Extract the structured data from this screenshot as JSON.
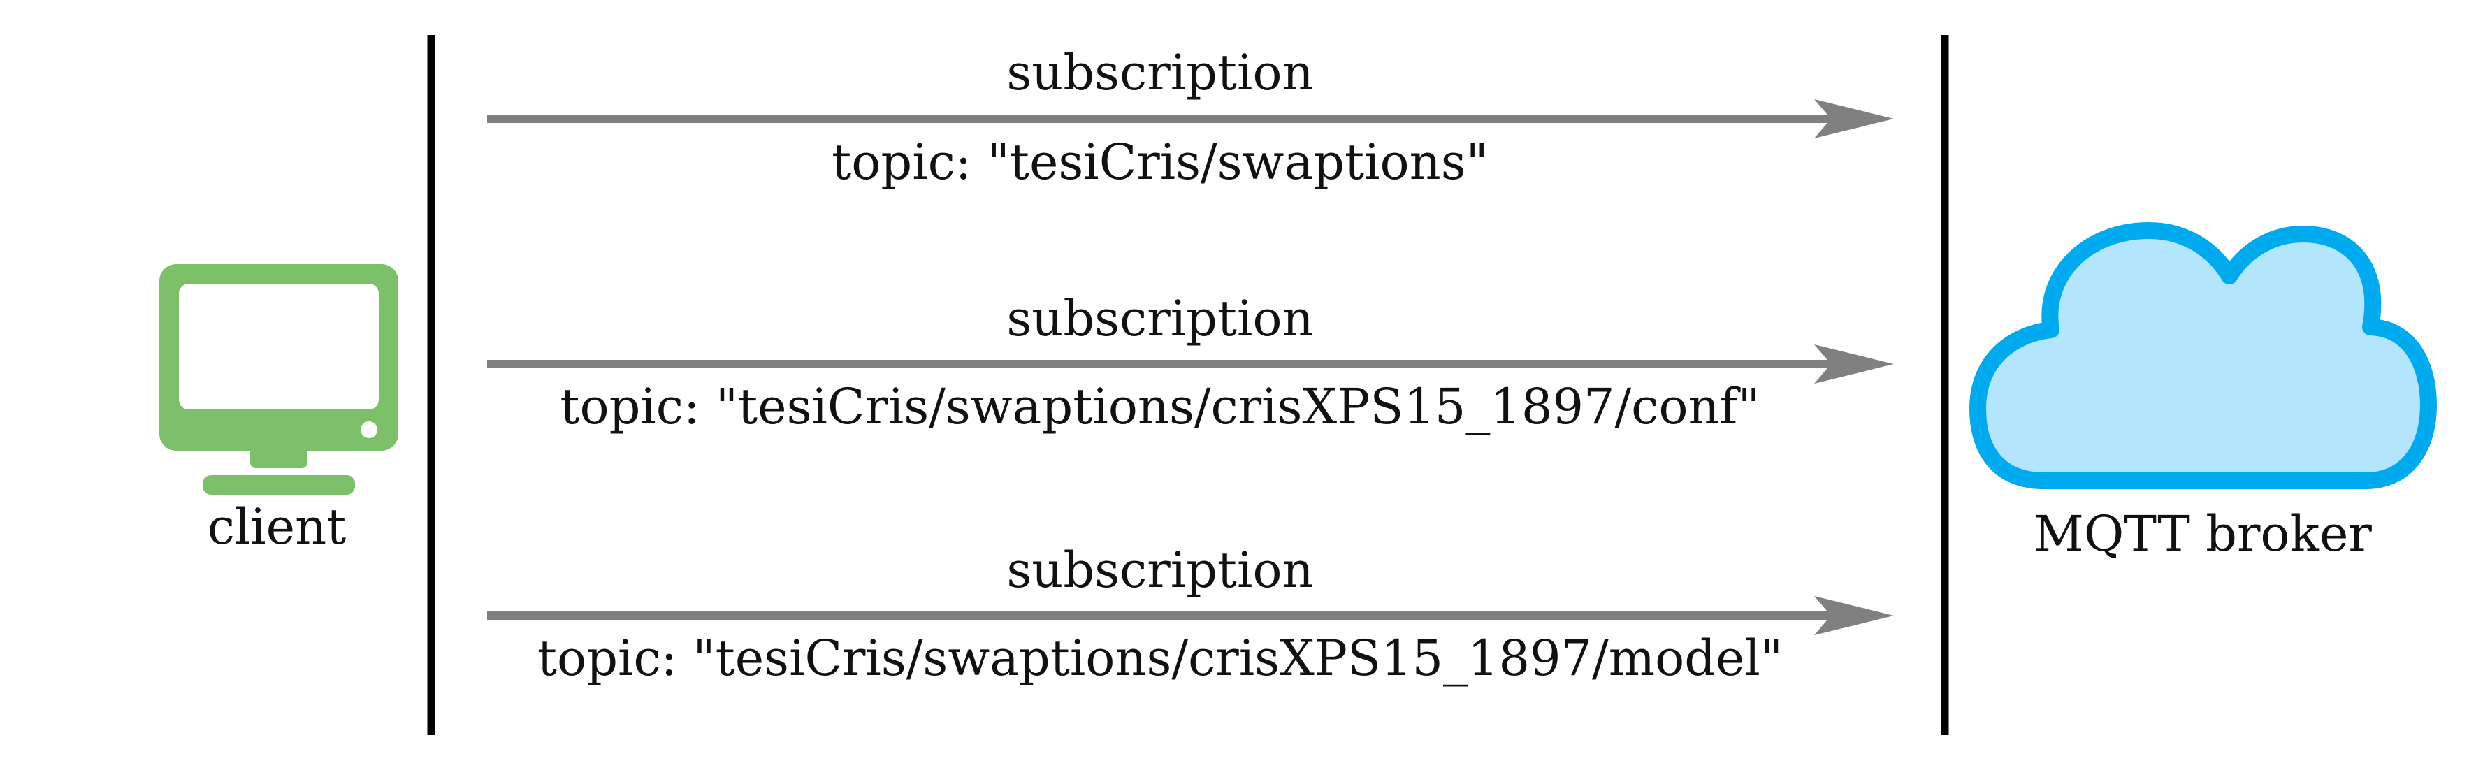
{
  "client": {
    "label": "client",
    "icon": "monitor-icon",
    "color": "#7dc06a"
  },
  "broker": {
    "label": "MQTT broker",
    "icon": "cloud-icon",
    "outline_color": "#00aaee",
    "fill_color": "#b3e5fc"
  },
  "arrow_color": "#808080",
  "lifeline_color": "#000000",
  "messages": [
    {
      "label": "subscription",
      "topic": "topic: \"tesiCris/swaptions\""
    },
    {
      "label": "subscription",
      "topic": "topic: \"tesiCris/swaptions/crisXPS15_1897/conf\""
    },
    {
      "label": "subscription",
      "topic": "topic: \"tesiCris/swaptions/crisXPS15_1897/model\""
    }
  ]
}
